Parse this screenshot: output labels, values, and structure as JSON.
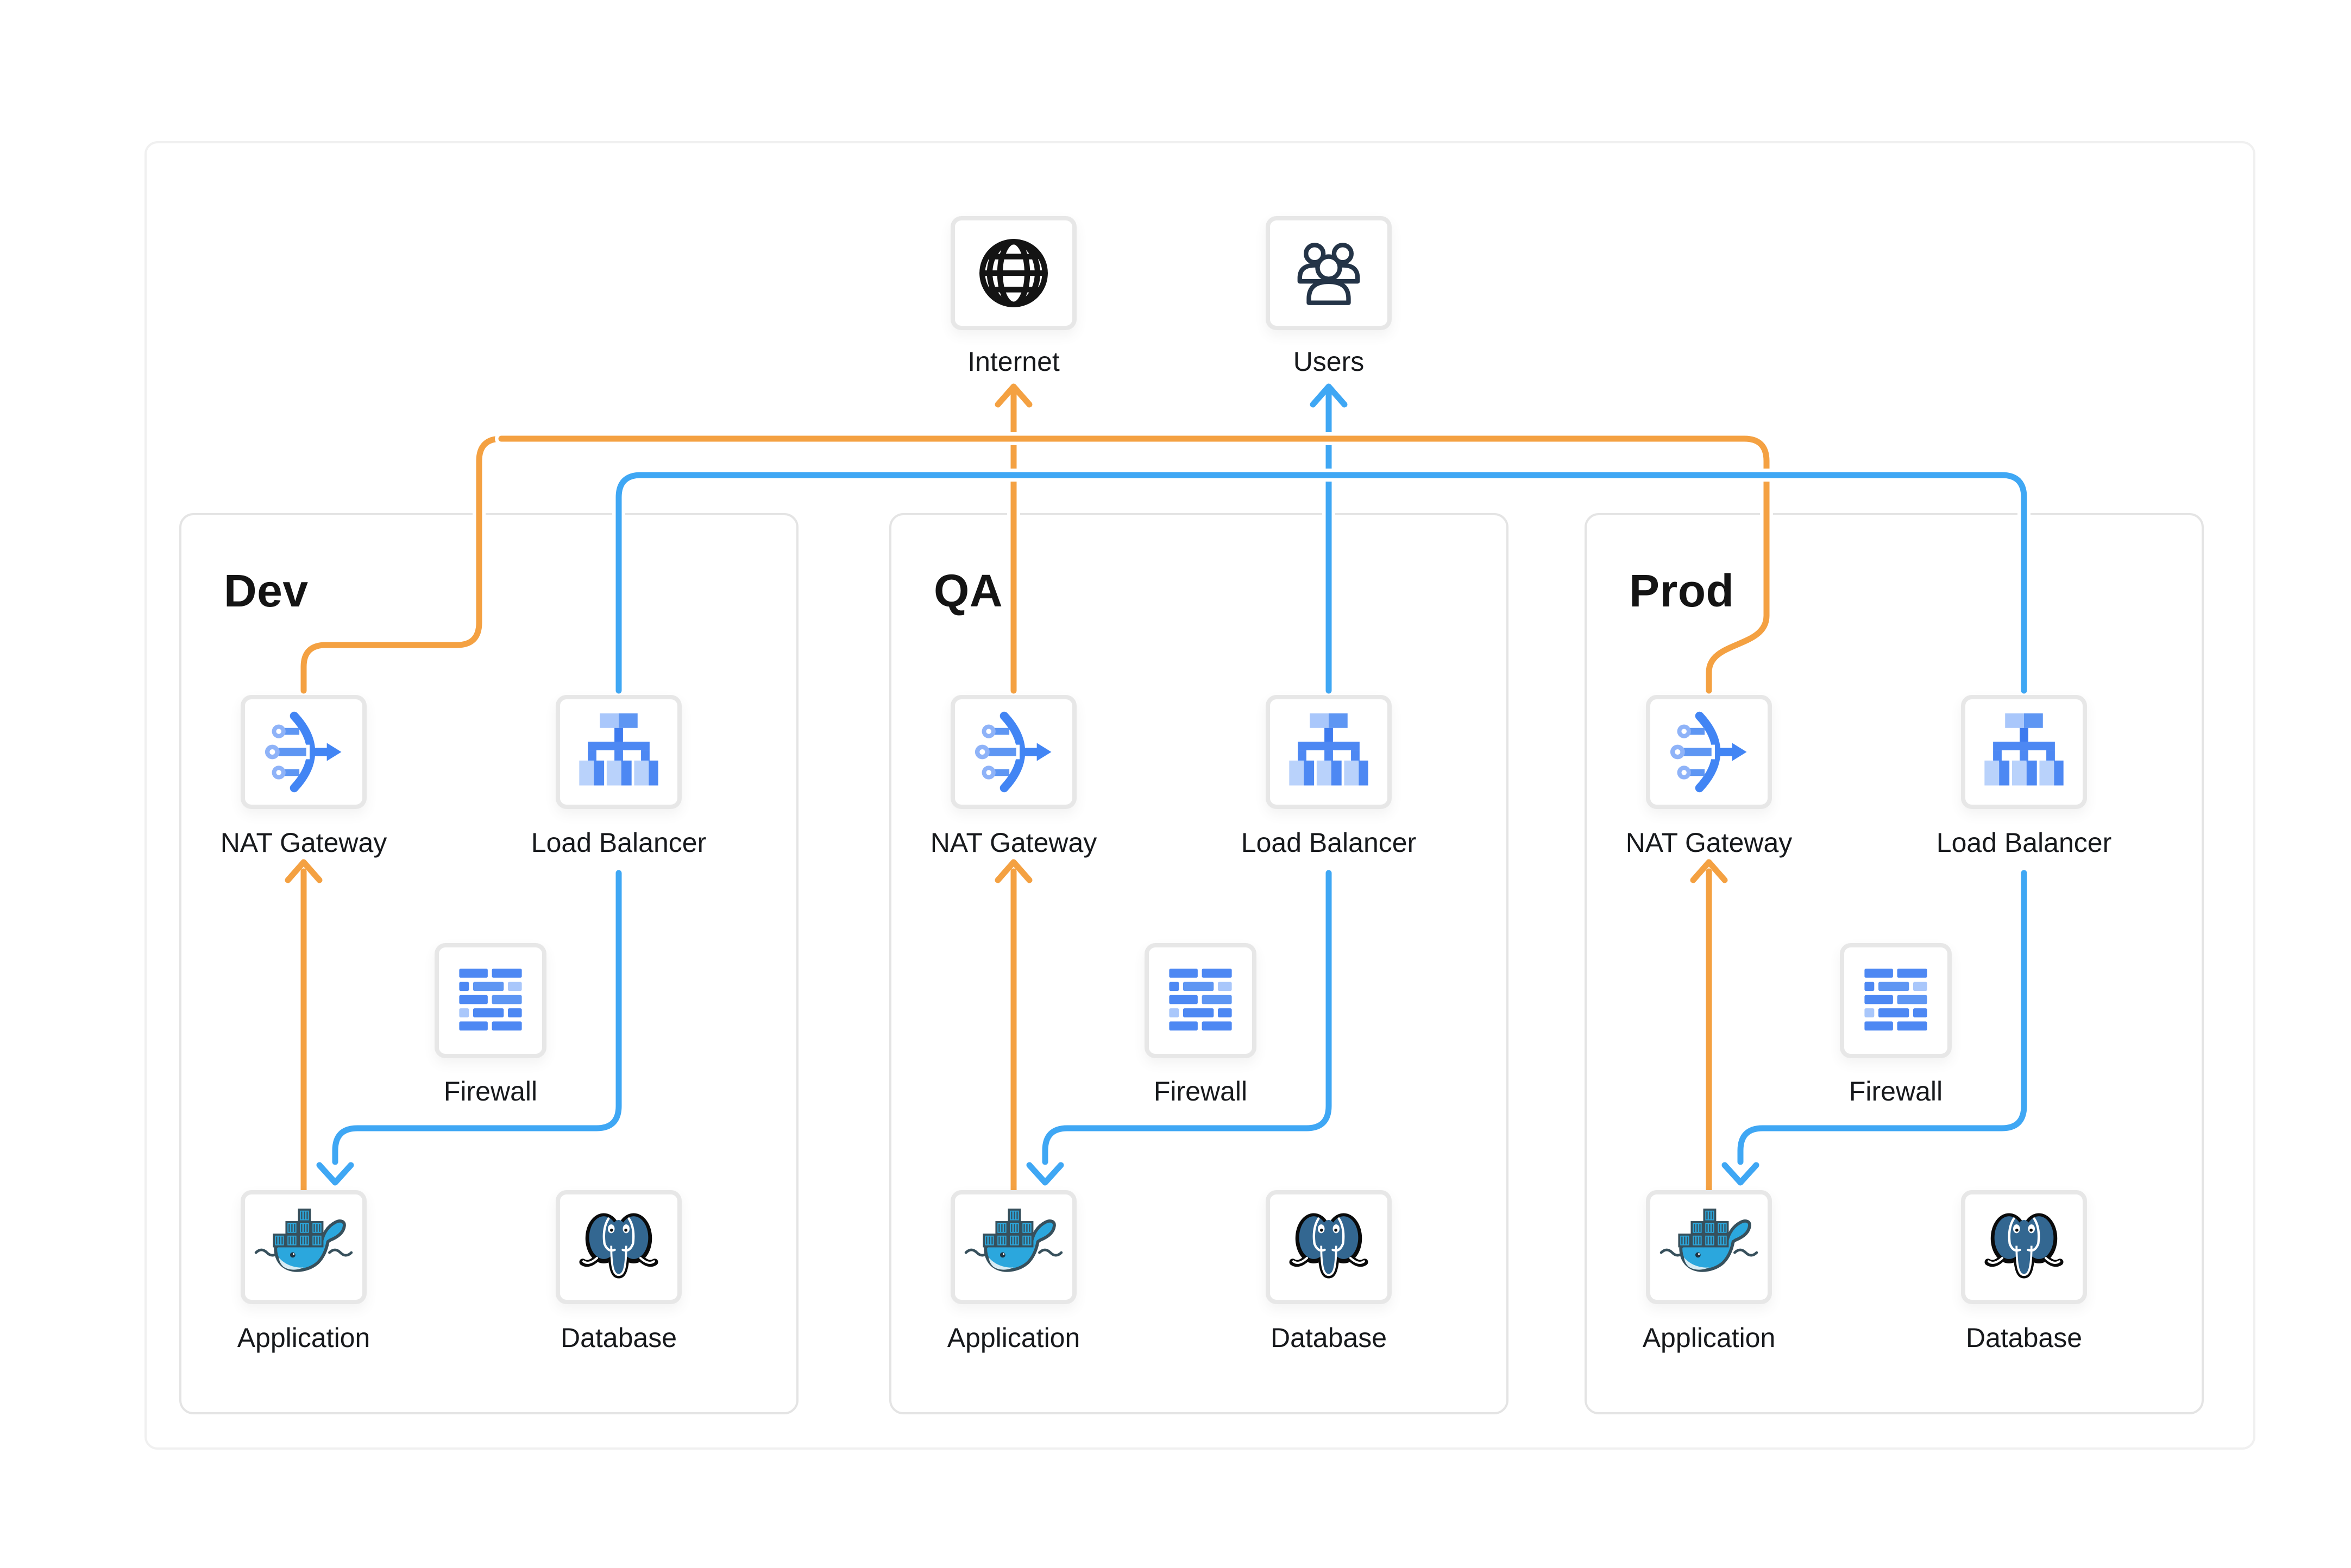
{
  "diagram": {
    "external_nodes": [
      {
        "id": "internet",
        "label": "Internet",
        "icon": "globe-icon"
      },
      {
        "id": "users",
        "label": "Users",
        "icon": "users-icon"
      }
    ],
    "environments": [
      {
        "id": "dev",
        "title": "Dev",
        "nodes": [
          {
            "id": "nat",
            "label": "NAT Gateway",
            "icon": "nat-gateway-icon"
          },
          {
            "id": "lb",
            "label": "Load Balancer",
            "icon": "load-balancer-icon"
          },
          {
            "id": "fw",
            "label": "Firewall",
            "icon": "firewall-icon"
          },
          {
            "id": "app",
            "label": "Application",
            "icon": "docker-icon"
          },
          {
            "id": "db",
            "label": "Database",
            "icon": "postgresql-icon"
          }
        ]
      },
      {
        "id": "qa",
        "title": "QA",
        "nodes": [
          {
            "id": "nat",
            "label": "NAT Gateway",
            "icon": "nat-gateway-icon"
          },
          {
            "id": "lb",
            "label": "Load Balancer",
            "icon": "load-balancer-icon"
          },
          {
            "id": "fw",
            "label": "Firewall",
            "icon": "firewall-icon"
          },
          {
            "id": "app",
            "label": "Application",
            "icon": "docker-icon"
          },
          {
            "id": "db",
            "label": "Database",
            "icon": "postgresql-icon"
          }
        ]
      },
      {
        "id": "prod",
        "title": "Prod",
        "nodes": [
          {
            "id": "nat",
            "label": "NAT Gateway",
            "icon": "nat-gateway-icon"
          },
          {
            "id": "lb",
            "label": "Load Balancer",
            "icon": "load-balancer-icon"
          },
          {
            "id": "fw",
            "label": "Firewall",
            "icon": "firewall-icon"
          },
          {
            "id": "app",
            "label": "Application",
            "icon": "docker-icon"
          },
          {
            "id": "db",
            "label": "Database",
            "icon": "postgresql-icon"
          }
        ]
      }
    ],
    "connections_per_environment": [
      {
        "from": "Application",
        "to": "NAT Gateway",
        "flow": "outbound"
      },
      {
        "from": "NAT Gateway",
        "to": "Internet",
        "flow": "outbound"
      },
      {
        "from": "Users",
        "to": "Load Balancer",
        "flow": "inbound"
      },
      {
        "from": "Load Balancer",
        "to": "Application",
        "flow": "inbound"
      }
    ],
    "colors": {
      "outbound": "#F4A142",
      "inbound": "#3FA7F4",
      "icon_blue": "#4285F4",
      "icon_blue_mid": "#5E96F3",
      "icon_blue_med": "#4D88F3",
      "icon_blue_light": "#A9C7FB",
      "icon_blue_pale": "#B9D2FB",
      "icon_blue_deep": "#3E7BEF",
      "icon_blue_circle": "#8FB3F8",
      "globe": "#141414",
      "users": "#243447",
      "docker_body": "#2BA7DD",
      "docker_outline": "#37505C",
      "docker_belly": "#D8ECF4",
      "postgres_body": "#336791",
      "postgres_outline": "#0A0A0A",
      "text": "#17191C",
      "card_border": "#E7E7E7",
      "box_border": "#E4E4E4",
      "outer_border": "#F0F0F0"
    }
  }
}
